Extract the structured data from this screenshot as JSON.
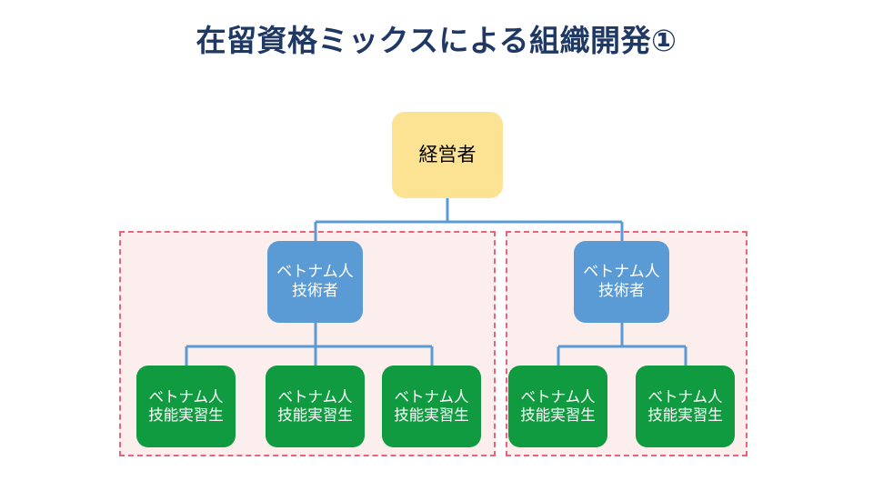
{
  "slide": {
    "title": "在留資格ミックスによる組織開発①",
    "background_color": "#FFFFFF",
    "title_color": "#1F3864"
  },
  "colors": {
    "executive_box": "#FCE293",
    "engineer_box": "#5B9BD5",
    "trainee_box": "#109B40",
    "group_fill": "#FDEEEE",
    "group_border": "#E8637C",
    "connector": "#5B9BD5"
  },
  "org_chart": {
    "root": {
      "name": "executive",
      "label": "経営者",
      "label_lines": [
        "経営者"
      ]
    },
    "groups": [
      {
        "name": "group-left",
        "engineer": {
          "label": "ベトナム人技術者",
          "label_lines": [
            "ベトナム人",
            "技術者"
          ]
        },
        "trainees": [
          {
            "label": "ベトナム人技能実習生",
            "label_lines": [
              "ベトナム人",
              "技能実習生"
            ]
          },
          {
            "label": "ベトナム人技能実習生",
            "label_lines": [
              "ベトナム人",
              "技能実習生"
            ]
          },
          {
            "label": "ベトナム人技能実習生",
            "label_lines": [
              "ベトナム人",
              "技能実習生"
            ]
          }
        ]
      },
      {
        "name": "group-right",
        "engineer": {
          "label": "ベトナム人技術者",
          "label_lines": [
            "ベトナム人",
            "技術者"
          ]
        },
        "trainees": [
          {
            "label": "ベトナム人技能実習生",
            "label_lines": [
              "ベトナム人",
              "技能実習生"
            ]
          },
          {
            "label": "ベトナム人技能実習生",
            "label_lines": [
              "ベトナム人",
              "技能実習生"
            ]
          }
        ]
      }
    ]
  }
}
